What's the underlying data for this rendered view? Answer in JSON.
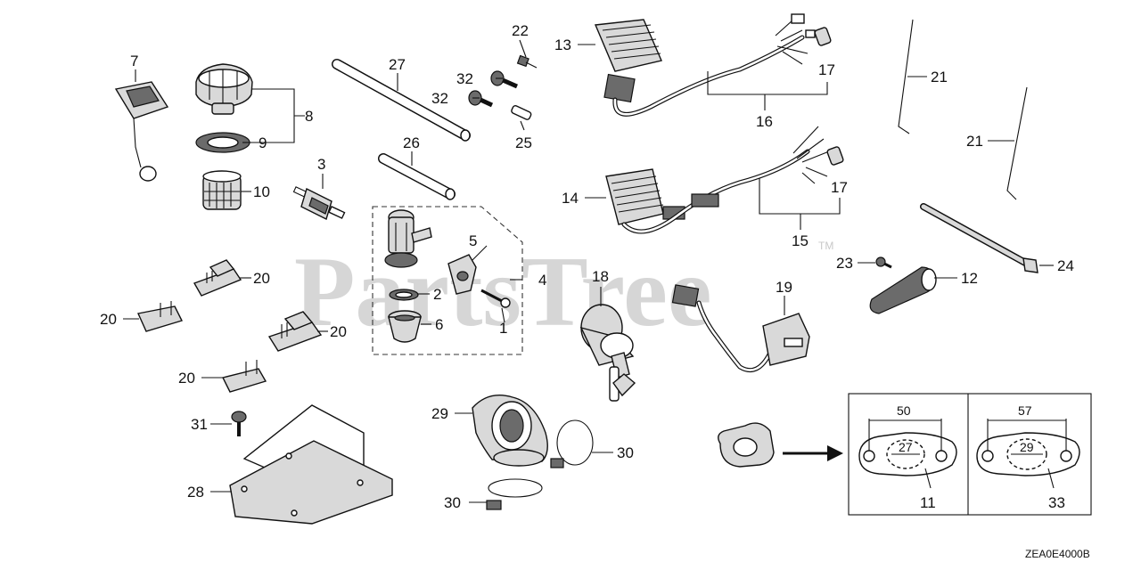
{
  "watermark": {
    "text": "PartsTree",
    "trademark": "TM"
  },
  "diagram_code": "ZEA0E4000B",
  "callouts": [
    "1",
    "2",
    "3",
    "4",
    "5",
    "6",
    "7",
    "8",
    "9",
    "10",
    "11",
    "12",
    "13",
    "14",
    "15",
    "16",
    "17",
    "17",
    "18",
    "19",
    "20",
    "20",
    "20",
    "20",
    "21",
    "21",
    "22",
    "23",
    "24",
    "25",
    "26",
    "27",
    "28",
    "29",
    "30",
    "30",
    "31",
    "32",
    "32",
    "33"
  ],
  "gasket_detail": {
    "left": {
      "hole_spacing": "50",
      "bore": "27",
      "part": "11"
    },
    "right": {
      "hole_spacing": "57",
      "bore": "29",
      "part": "33"
    }
  },
  "colors": {
    "line": "#111111",
    "part_fill": "#d9d9d9",
    "watermark": "#d6d6d6"
  }
}
